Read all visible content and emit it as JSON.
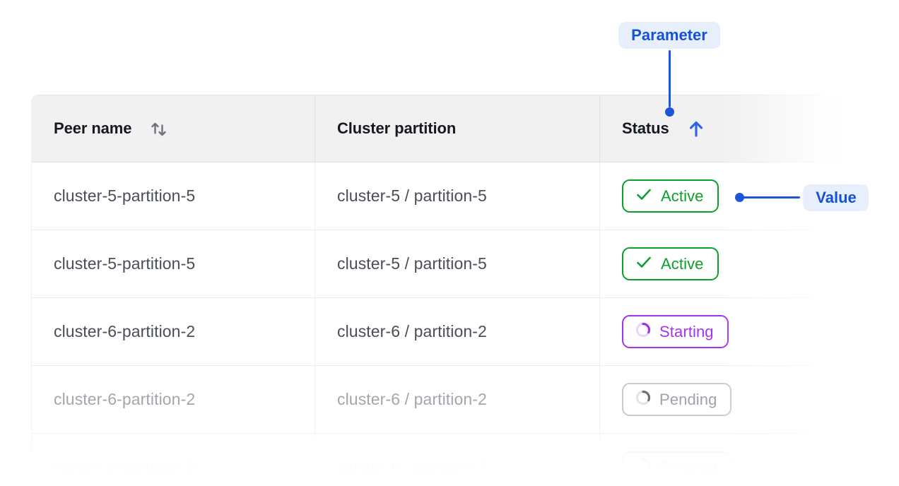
{
  "annotations": {
    "parameter_label": "Parameter",
    "value_label": "Value"
  },
  "table": {
    "columns": [
      {
        "id": "peer_name",
        "label": "Peer name",
        "sort": "sortable"
      },
      {
        "id": "cluster_partition",
        "label": "Cluster partition",
        "sort": "none"
      },
      {
        "id": "status",
        "label": "Status",
        "sort": "ascending"
      }
    ],
    "rows": [
      {
        "peer_name": "cluster-5-partition-5",
        "cluster_partition": "cluster-5 / partition-5",
        "status": {
          "label": "Active",
          "variant": "active",
          "icon": "check"
        },
        "muted": false
      },
      {
        "peer_name": "cluster-5-partition-5",
        "cluster_partition": "cluster-5 / partition-5",
        "status": {
          "label": "Active",
          "variant": "active",
          "icon": "check"
        },
        "muted": false
      },
      {
        "peer_name": "cluster-6-partition-2",
        "cluster_partition": "cluster-6 / partition-2",
        "status": {
          "label": "Starting",
          "variant": "starting",
          "icon": "spinner"
        },
        "muted": false
      },
      {
        "peer_name": "cluster-6-partition-2",
        "cluster_partition": "cluster-6 / partition-2",
        "status": {
          "label": "Pending",
          "variant": "pending",
          "icon": "spinner"
        },
        "muted": true
      },
      {
        "peer_name": "cluster-6-partition-2",
        "cluster_partition": "cluster-6 / partition-2",
        "status": {
          "label": "Pending",
          "variant": "pending",
          "icon": "spinner"
        },
        "muted": true,
        "partial": true
      }
    ]
  },
  "icons": {
    "sort_both": "sort-up-down-icon",
    "sort_asc": "arrow-up-icon",
    "check": "check-icon",
    "spinner": "spinner-icon"
  },
  "colors": {
    "annotation_blue": "#1B55D9",
    "annotation_chip_bg": "#E8EFFC",
    "status_active_green": "#0D9F2D",
    "status_starting_purple": "#A432F2",
    "status_pending_gray": "#9FA2A8",
    "header_bg": "#F1F1F2",
    "cell_text": "#4A4E57",
    "muted_text": "#A4A6AC",
    "sort_arrow_blue": "#2E66E5"
  }
}
